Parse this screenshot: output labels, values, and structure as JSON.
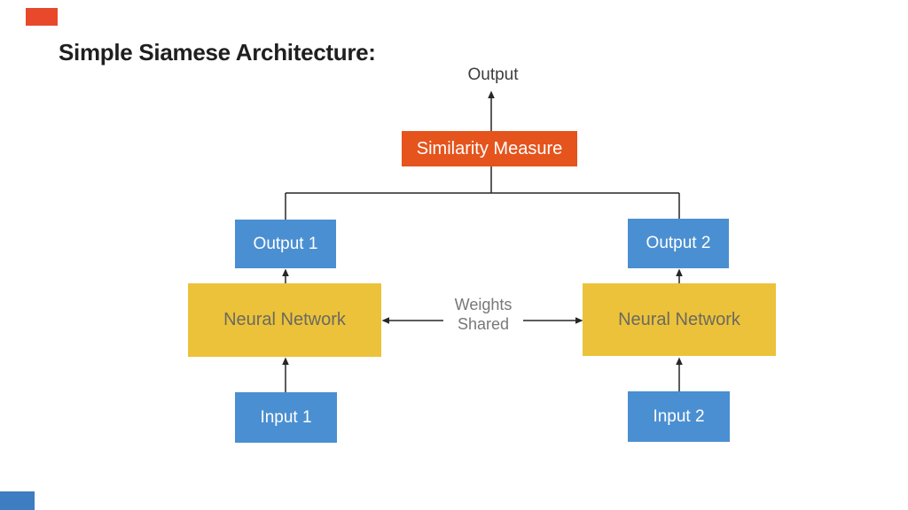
{
  "slide": {
    "title": "Simple Siamese Architecture:",
    "title_color": "#1f1f1f",
    "background_color": "#ffffff",
    "accent_top_left_color": "#e8492a",
    "accent_bottom_left_color": "#3e7dc1"
  },
  "diagram": {
    "output_label": "Output",
    "output_label_color": "#3d3d3d",
    "weights_shared": {
      "line1": "Weights",
      "line2": "Shared",
      "color": "#787878"
    },
    "connector_color": "#262626",
    "nodes": {
      "similarity_measure": {
        "label": "Similarity Measure",
        "fill": "#e5541d",
        "text_color": "#ffffff"
      },
      "output_1": {
        "label": "Output 1",
        "fill": "#4a8fd1",
        "text_color": "#ffffff"
      },
      "output_2": {
        "label": "Output 2",
        "fill": "#4a8fd1",
        "text_color": "#ffffff"
      },
      "neural_network_1": {
        "label": "Neural Network",
        "fill": "#ecc23a",
        "text_color": "#6a6a5f"
      },
      "neural_network_2": {
        "label": "Neural Network",
        "fill": "#ecc23a",
        "text_color": "#6a6a5f"
      },
      "input_1": {
        "label": "Input 1",
        "fill": "#4a8fd1",
        "text_color": "#ffffff"
      },
      "input_2": {
        "label": "Input 2",
        "fill": "#4a8fd1",
        "text_color": "#ffffff"
      }
    }
  }
}
